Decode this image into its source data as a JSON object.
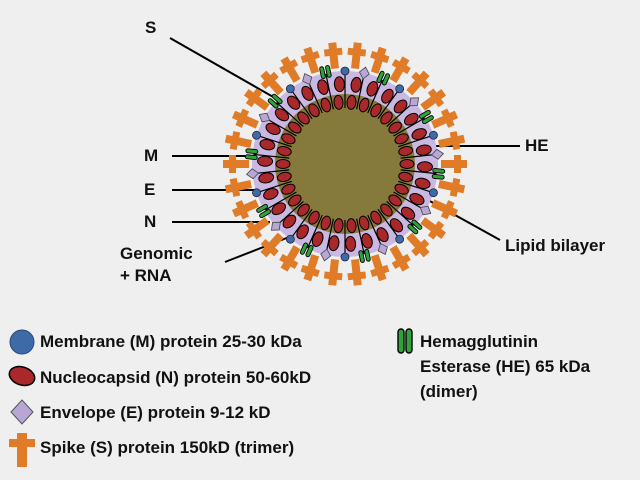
{
  "labels": {
    "s": "S",
    "m": "M",
    "e": "E",
    "n": "N",
    "genomic_line1": "Genomic",
    "genomic_line2": "+ RNA",
    "he": "HE",
    "lipid_bilayer": "Lipid bilayer"
  },
  "legend": {
    "membrane": "Membrane (M) protein 25-30 kDa",
    "nucleocapsid": "Nucleocapsid (N) protein 50-60kD",
    "envelope": "Envelope (E) protein 9-12 kD",
    "spike": "Spike (S) protein 150kD (trimer)",
    "he_line1": "Hemagglutinin",
    "he_line2": "Esterase (HE) 65 kDa",
    "he_line3": "(dimer)"
  },
  "colors": {
    "core": "#857a3c",
    "nucleocapsid": "#a8282c",
    "spike": "#e07b28",
    "membrane": "#3e6aa8",
    "envelope": "#b7a6d6",
    "he": "#2ea33a",
    "bilayer": "#c9b8e2"
  },
  "icons": {
    "membrane": "blue-circle",
    "nucleocapsid": "red-ellipse",
    "envelope": "lavender-diamond",
    "spike": "orange-cross",
    "he": "green-capsule"
  }
}
